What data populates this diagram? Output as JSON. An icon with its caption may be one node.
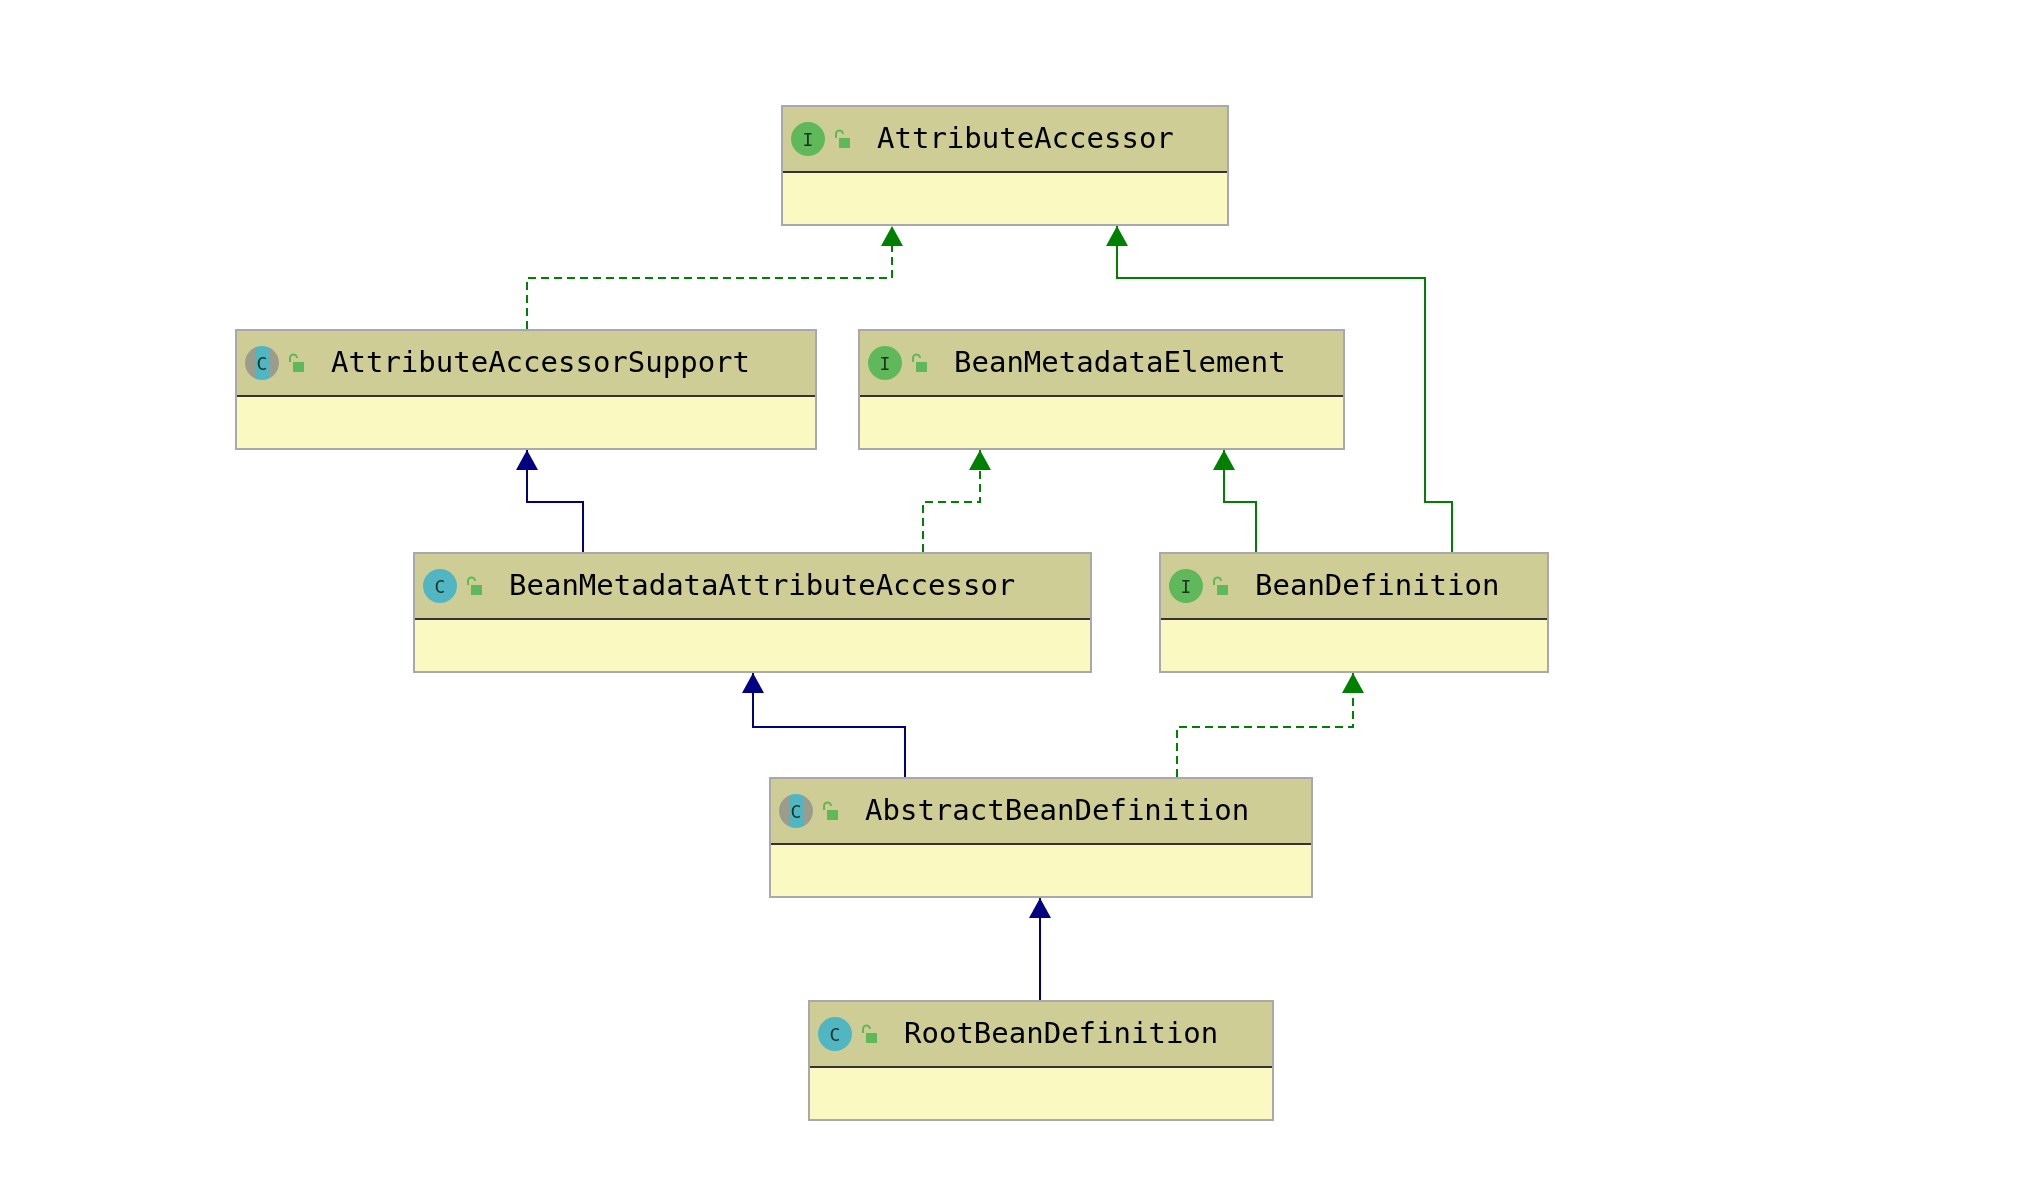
{
  "diagram": {
    "nodes": [
      {
        "text": [
          "I",
          "AttributeAccessor"
        ]
      },
      {
        "text": [
          "C",
          "AttributeAccessorSupport"
        ]
      },
      {
        "text": [
          "I",
          "BeanMetadataElement"
        ]
      },
      {
        "text": [
          "C",
          "BeanMetadataAttributeAccessor"
        ]
      },
      {
        "text": [
          "I",
          "BeanDefinition"
        ]
      },
      {
        "text": [
          "C",
          "AbstractBeanDefinition"
        ]
      },
      {
        "text": [
          "C",
          "RootBeanDefinition"
        ]
      }
    ],
    "edges": [
      {
        "from": 1,
        "to": 0,
        "arrow": "to",
        "style": "dashed"
      },
      {
        "from": 3,
        "to": 1,
        "arrow": "to",
        "color": "#000080"
      },
      {
        "from": 3,
        "to": 2,
        "arrow": "to",
        "style": "dashed"
      },
      {
        "from": 4,
        "to": 2,
        "arrow": "to"
      },
      {
        "from": 4,
        "to": 0,
        "arrow": "to"
      },
      {
        "from": 5,
        "to": 3,
        "arrow": "to",
        "color": "#000080"
      },
      {
        "from": 5,
        "to": 4,
        "arrow": "to",
        "style": "dashed"
      },
      {
        "from": 6,
        "to": 5,
        "arrow": "to",
        "color": "#000080"
      }
    ]
  }
}
